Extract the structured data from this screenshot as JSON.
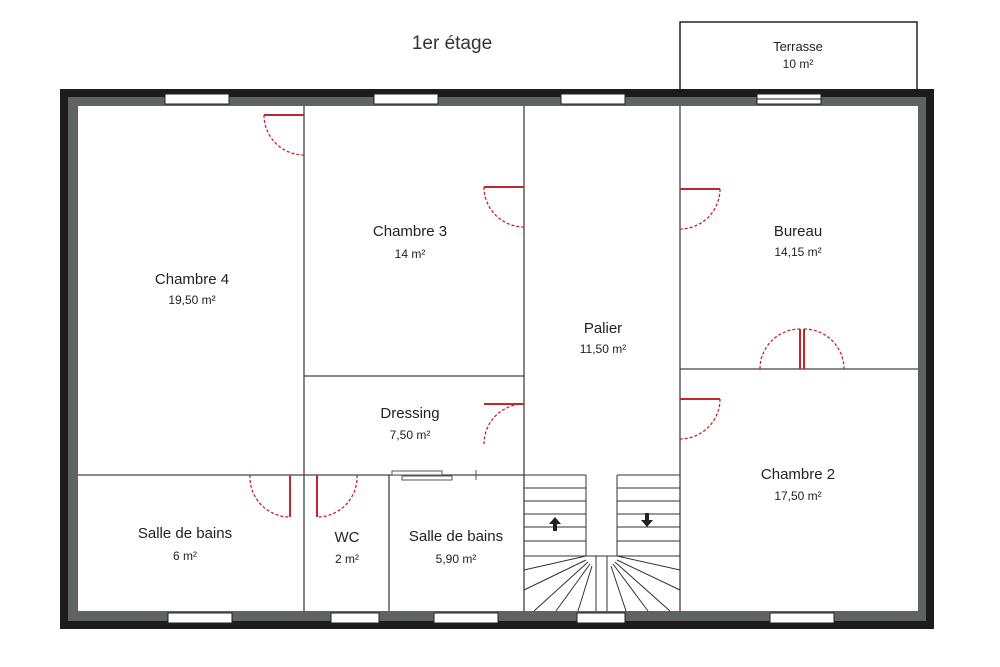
{
  "title": "1er étage",
  "terrace": {
    "name": "Terrasse",
    "area": "10 m²"
  },
  "rooms": {
    "chambre4": {
      "name": "Chambre 4",
      "area": "19,50 m²"
    },
    "chambre3": {
      "name": "Chambre 3",
      "area": "14 m²"
    },
    "palier": {
      "name": "Palier",
      "area": "11,50 m²"
    },
    "bureau": {
      "name": "Bureau",
      "area": "14,15 m²"
    },
    "dressing": {
      "name": "Dressing",
      "area": "7,50 m²"
    },
    "chambre2": {
      "name": "Chambre 2",
      "area": "17,50 m²"
    },
    "sdb1": {
      "name": "Salle de bains",
      "area": "6 m²"
    },
    "wc": {
      "name": "WC",
      "area": "2 m²"
    },
    "sdb2": {
      "name": "Salle de bains",
      "area": "5,90 m²"
    }
  },
  "colors": {
    "outer_wall": "#1c1c1c",
    "inner_wall_band": "#5f6361",
    "partition": "#444444",
    "door": "#c0262b",
    "window": "#ffffff",
    "background": "#ffffff"
  },
  "icons": {
    "stairs_up": "arrow-up-icon",
    "stairs_down": "arrow-down-icon"
  }
}
